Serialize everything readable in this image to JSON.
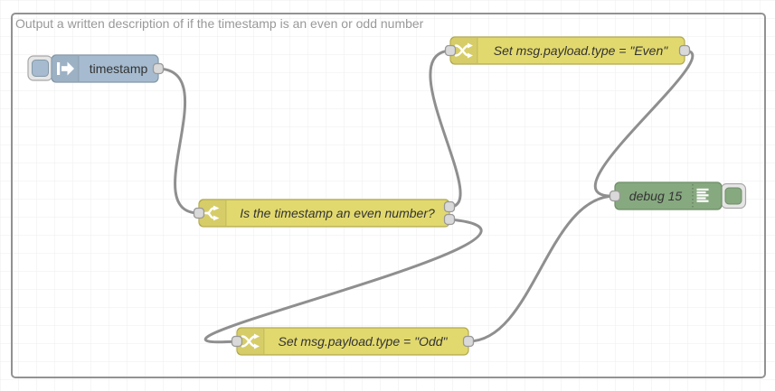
{
  "group": {
    "label": "Output a written description of if the timestamp is an even or odd number"
  },
  "nodes": {
    "inject": {
      "label": "timestamp",
      "type": "inject",
      "outputs": 1
    },
    "switch": {
      "label": "Is the timestamp an even number?",
      "type": "switch",
      "outputs": 2
    },
    "change_even": {
      "label": "Set msg.payload.type = \"Even\"",
      "type": "change",
      "outputs": 1
    },
    "change_odd": {
      "label": "Set msg.payload.type = \"Odd\"",
      "type": "change",
      "outputs": 1
    },
    "debug": {
      "label": "debug 15",
      "type": "debug",
      "outputs": 0
    }
  },
  "icons": {
    "inject": "arrow-in-icon",
    "switch": "fork-icon",
    "change": "shuffle-icon",
    "debug": "list-icon"
  },
  "colors": {
    "inject_fill": "#a6bbcf",
    "function_fill": "#e2d96e",
    "debug_fill": "#87a980",
    "wire": "#8f8f8f",
    "port_fill": "#d9d9d9",
    "port_border": "#999999",
    "node_label": "#333333",
    "group_border": "#929292",
    "group_label": "#999999",
    "grid_line": "#eeeeee",
    "canvas_bg": "#ffffff"
  }
}
